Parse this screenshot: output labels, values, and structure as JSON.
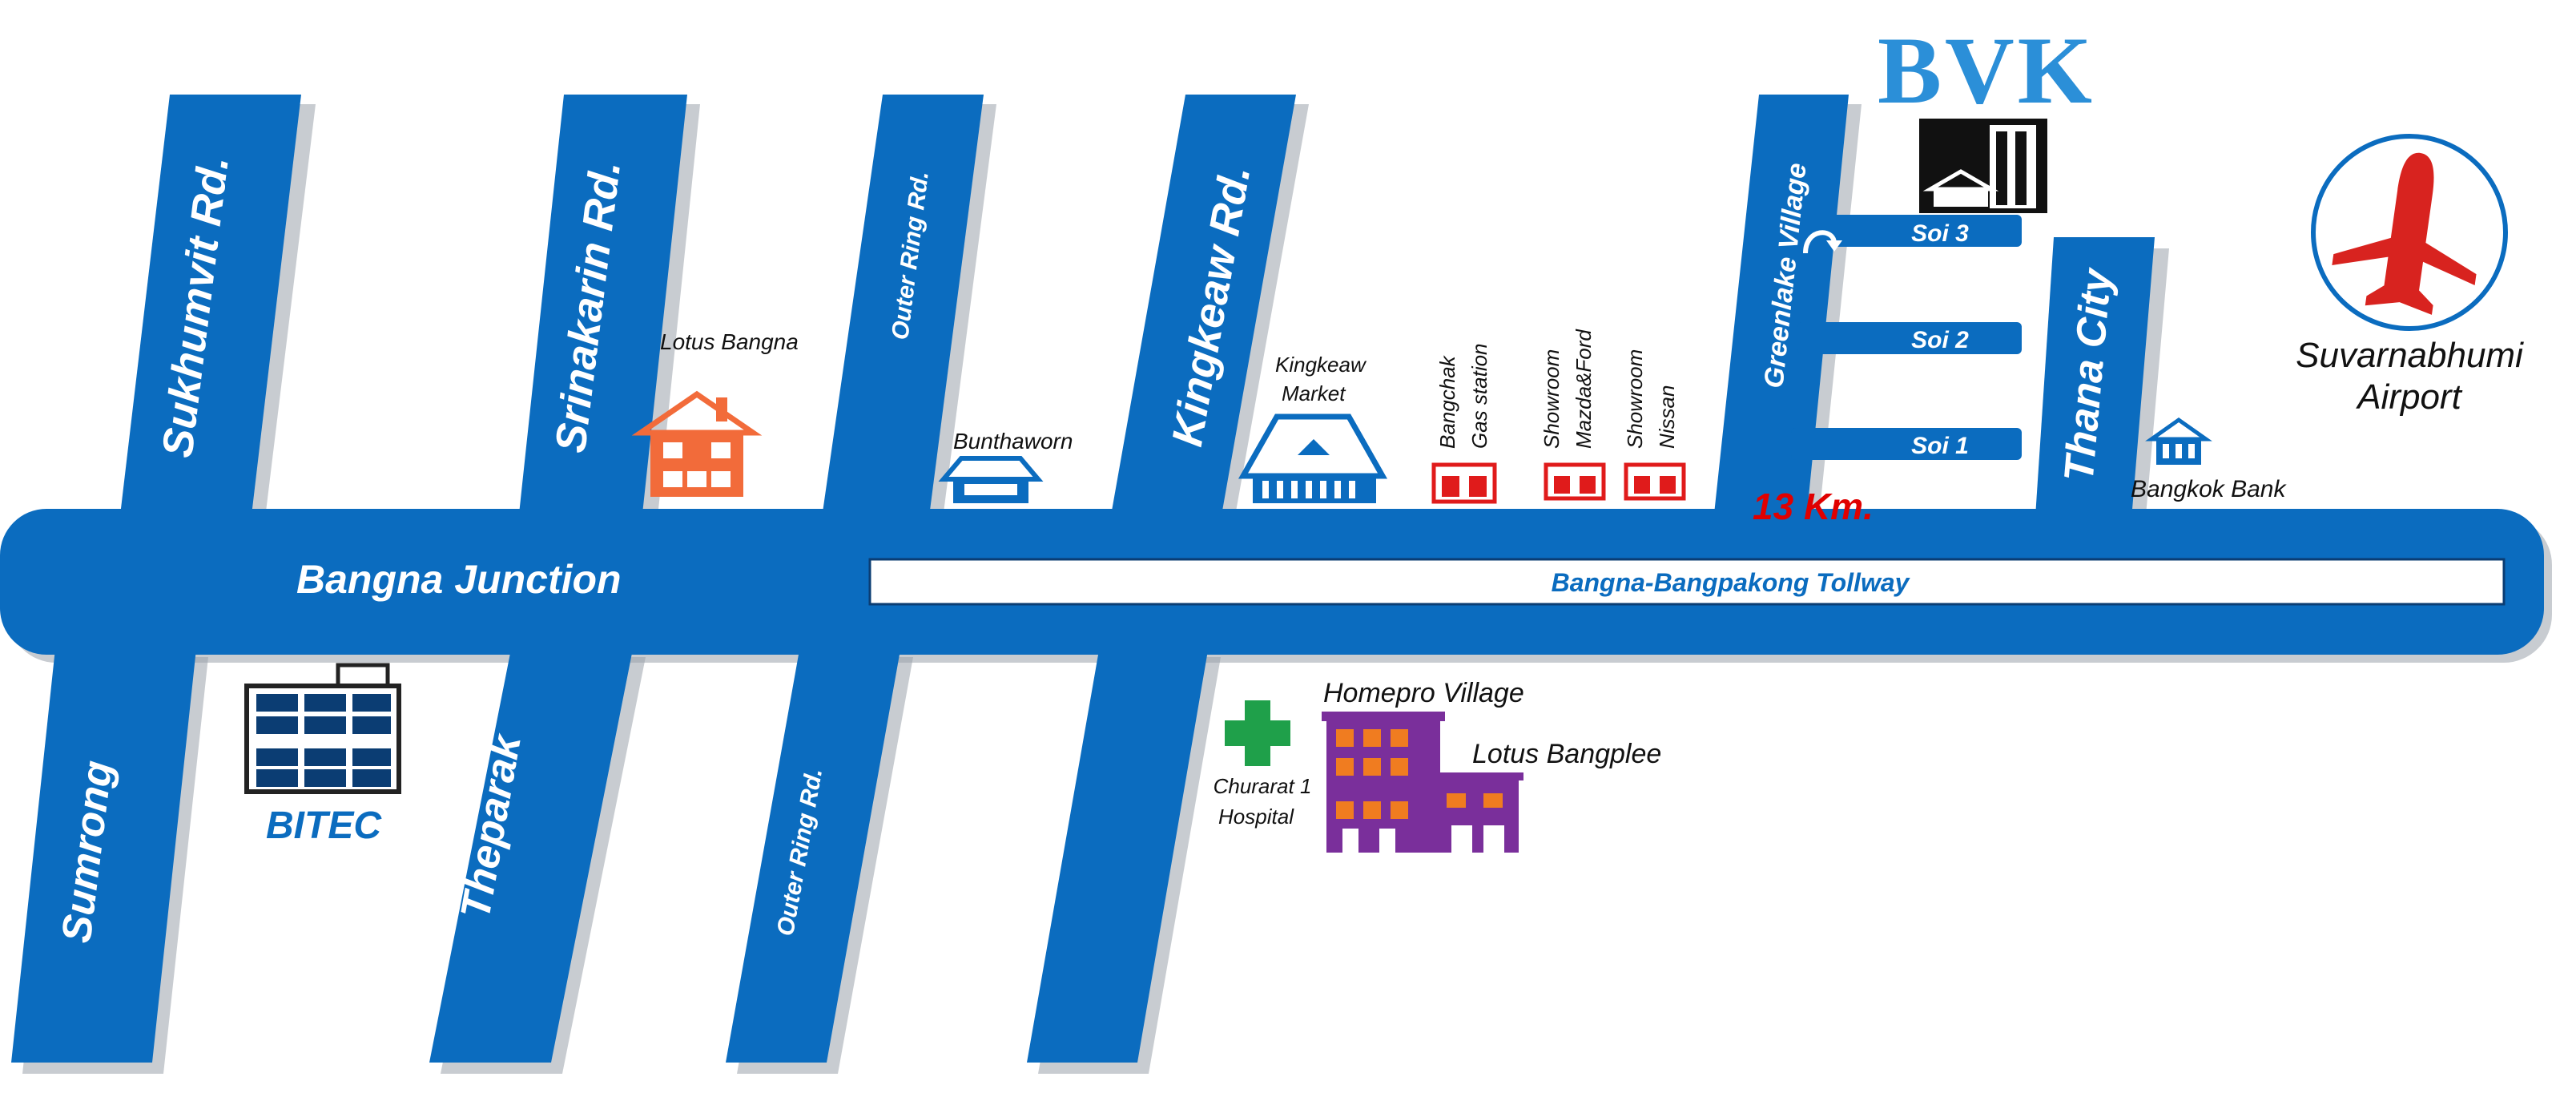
{
  "colors": {
    "road": "#0b6cbf",
    "lotus_bangna": "#f26b3a",
    "gas_showroom": "#e01b1b",
    "hospital_cross": "#1fa04a",
    "homepro": "#7a2f9b",
    "homepro_window": "#f07c20",
    "airport_plane": "#d8231f",
    "bvk_logo": "#2b8fd8"
  },
  "roads": {
    "main": "Bangna Junction",
    "tollway": "Bangna-Bangpakong Tollway",
    "sukhumvit": "Sukhumvit Rd.",
    "srinakarin": "Srinakarin Rd.",
    "outer_ring_north": "Outer Ring Rd.",
    "kingkeaw": "Kingkeaw Rd.",
    "greenlake": "Greenlake Village",
    "thana_city": "Thana City",
    "sumrong": "Sumrong",
    "theparak": "Theparak",
    "outer_ring_south": "Outer Ring Rd.",
    "soi1": "Soi 1",
    "soi2": "Soi 2",
    "soi3": "Soi 3"
  },
  "distance": "13 Km.",
  "landmarks": {
    "lotus_bangna": "Lotus Bangna",
    "bunthaworn": "Bunthaworn",
    "kingkeaw_market_l1": "Kingkeaw",
    "kingkeaw_market_l2": "Market",
    "bangchak_l1": "Bangchak",
    "bangchak_l2": "Gas station",
    "showroom1_l1": "Showroom",
    "showroom1_l2": "Mazda&Ford",
    "showroom2_l1": "Showroom",
    "showroom2_l2": "Nissan",
    "bangkok_bank": "Bangkok Bank",
    "bitec": "BITEC",
    "homepro": "Homepro Village",
    "lotus_bangplee": "Lotus Bangplee",
    "hospital_l1": "Churarat 1",
    "hospital_l2": "Hospital",
    "airport_l1": "Suvarnabhumi",
    "airport_l2": "Airport",
    "bvk_logo": "BVK"
  },
  "icons": {
    "lotus_bangna": "house-icon",
    "bunthaworn": "store-icon",
    "kingkeaw_market": "market-icon",
    "gas_station": "gas-station-icon",
    "showroom": "showroom-icon",
    "bank": "bank-icon",
    "bitec": "exhibition-hall-icon",
    "hospital": "hospital-cross-icon",
    "homepro": "shopping-mall-icon",
    "airport": "airplane-icon",
    "bvk": "office-building-icon",
    "u_turn": "u-turn-arrow-icon"
  }
}
